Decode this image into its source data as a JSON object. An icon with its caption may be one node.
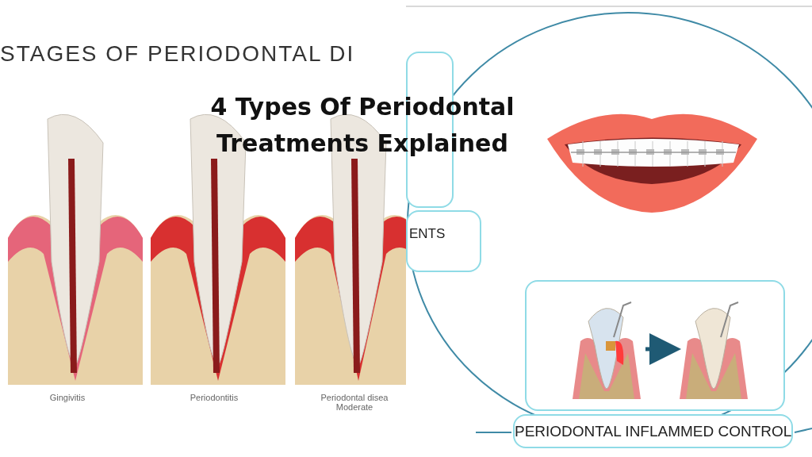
{
  "diagram": {
    "title": "4 Types Of Periodontal Treatments Explained",
    "nodes": [
      {
        "text": [],
        "shape": "box"
      },
      {
        "text": [
          "ENTS"
        ]
      },
      {
        "text": [],
        "shape": "box"
      },
      {
        "text": [],
        "shape": "picture",
        "in": 2
      },
      {
        "text": [],
        "shape": "picture",
        "in": 2
      },
      {
        "text": [
          "PERIODONTAL INFLAMMED CONTROL"
        ]
      }
    ],
    "edges": [
      {
        "from": 3,
        "to": 4,
        "arrow": "to"
      }
    ],
    "labels": [
      "STAGES OF PERIODONTAL DI",
      "Gingivitis",
      "Periodontitis",
      "Periodontal disea Moderate"
    ]
  }
}
